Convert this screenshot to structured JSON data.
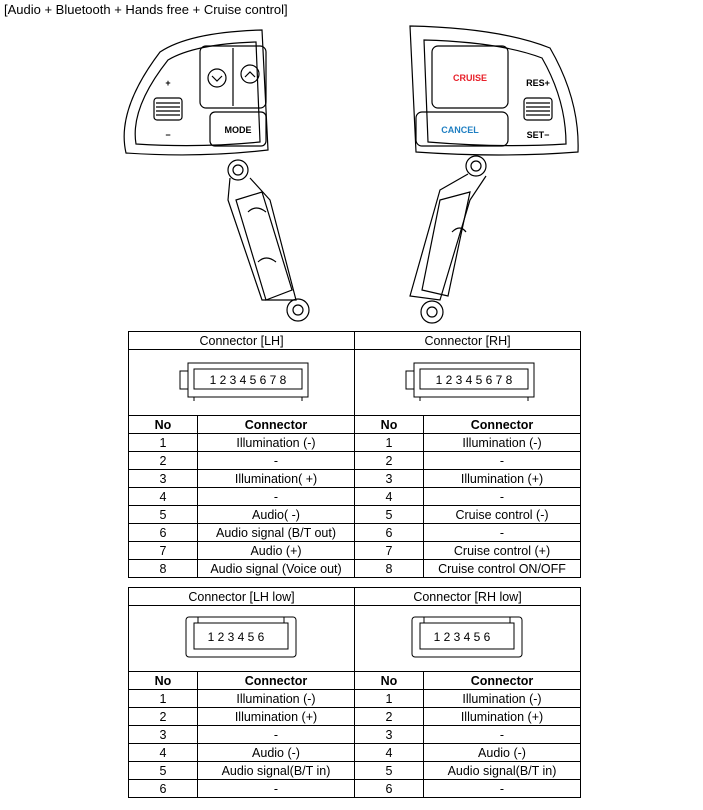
{
  "caption": "[Audio + Bluetooth + Hands free + Cruise control]",
  "switch_labels": {
    "plus": "+",
    "minus": "−",
    "mode": "MODE",
    "cruise": "CRUISE",
    "cancel": "CANCEL",
    "res": "RES+",
    "set": "SET−"
  },
  "colors": {
    "cruise": "#e8202a",
    "cancel": "#1f7fc2"
  },
  "table1": {
    "left_title": "Connector [LH]",
    "right_title": "Connector [RH]",
    "left_pins": "1 2 3 4 5 6 7 8",
    "right_pins": "1 2 3 4 5 6 7 8",
    "col_no": "No",
    "col_connector": "Connector",
    "rows": [
      {
        "ln": "1",
        "lc": "Illumination (-)",
        "rn": "1",
        "rc": "Illumination (-)"
      },
      {
        "ln": "2",
        "lc": "-",
        "rn": "2",
        "rc": "-"
      },
      {
        "ln": "3",
        "lc": "Illumination( +)",
        "rn": "3",
        "rc": "Illumination (+)"
      },
      {
        "ln": "4",
        "lc": "-",
        "rn": "4",
        "rc": "-"
      },
      {
        "ln": "5",
        "lc": "Audio( -)",
        "rn": "5",
        "rc": "Cruise control (-)"
      },
      {
        "ln": "6",
        "lc": "Audio signal (B/T out)",
        "rn": "6",
        "rc": "-"
      },
      {
        "ln": "7",
        "lc": "Audio (+)",
        "rn": "7",
        "rc": "Cruise control (+)"
      },
      {
        "ln": "8",
        "lc": "Audio signal (Voice out)",
        "rn": "8",
        "rc": "Cruise control ON/OFF"
      }
    ]
  },
  "table2": {
    "left_title": "Connector [LH low]",
    "right_title": "Connector [RH low]",
    "left_pins": "1 2 3 4 5 6",
    "right_pins": "1 2 3 4 5 6",
    "col_no": "No",
    "col_connector": "Connector",
    "rows": [
      {
        "ln": "1",
        "lc": "Illumination (-)",
        "rn": "1",
        "rc": "Illumination (-)"
      },
      {
        "ln": "2",
        "lc": "Illumination (+)",
        "rn": "2",
        "rc": "Illumination (+)"
      },
      {
        "ln": "3",
        "lc": "-",
        "rn": "3",
        "rc": "-"
      },
      {
        "ln": "4",
        "lc": "Audio (-)",
        "rn": "4",
        "rc": "Audio (-)"
      },
      {
        "ln": "5",
        "lc": "Audio signal(B/T in)",
        "rn": "5",
        "rc": "Audio signal(B/T in)"
      },
      {
        "ln": "6",
        "lc": "-",
        "rn": "6",
        "rc": "-"
      }
    ]
  }
}
